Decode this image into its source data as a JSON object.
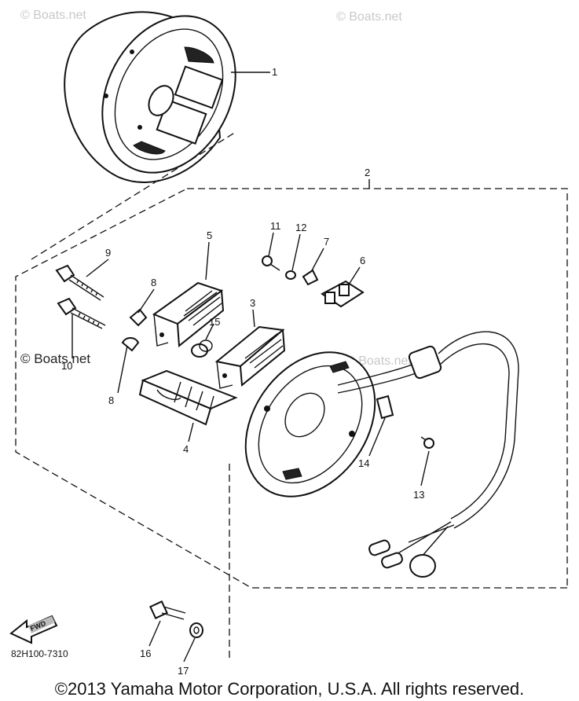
{
  "watermarks": [
    "© Boats.net",
    "© Boats.net",
    "© Boats.net",
    "© Boats.net"
  ],
  "part_labels": [
    "1",
    "2",
    "3",
    "4",
    "5",
    "6",
    "7",
    "8",
    "8",
    "9",
    "10",
    "11",
    "12",
    "13",
    "14",
    "15",
    "16",
    "17"
  ],
  "fwd_label": "FWD",
  "diagram_code": "82H100-7310",
  "copyright": "©2013 Yamaha Motor Corporation, U.S.A. All rights reserved."
}
